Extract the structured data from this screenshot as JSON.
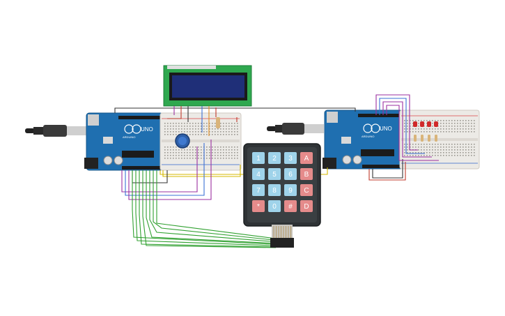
{
  "left_board": {
    "model_label": "UNO",
    "brand_label": "ARDUINO"
  },
  "right_board": {
    "model_label": "UNO",
    "brand_label": "ARDUINO"
  },
  "keypad": {
    "keys": [
      [
        "1",
        "2",
        "3",
        "A"
      ],
      [
        "4",
        "5",
        "6",
        "B"
      ],
      [
        "7",
        "8",
        "9",
        "C"
      ],
      [
        "*",
        "0",
        "#",
        "D"
      ]
    ],
    "colors": {
      "number_key": "#9fd3ea",
      "letter_key": "#e58b8b",
      "body": "#2f3336"
    }
  },
  "lcd": {
    "pcb_color": "#2fa84f",
    "screen_color": "#1f2f78"
  },
  "leds": {
    "count": 4,
    "color": "#d02a2a"
  },
  "colors": {
    "arduino_board": "#1f6fb0",
    "breadboard": "#eceae6",
    "wire_green": "#2fa02f",
    "wire_purple": "#9a2fa0",
    "wire_red": "#c0392b",
    "wire_yellow": "#d4b800",
    "wire_black": "#333333",
    "wire_orange": "#e08a1e",
    "wire_blue": "#3a6fd4"
  }
}
